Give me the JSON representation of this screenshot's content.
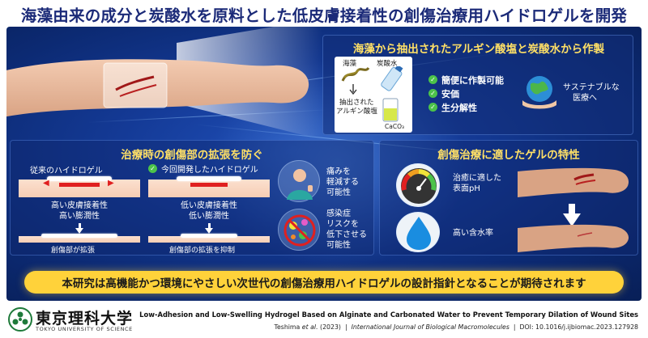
{
  "title": "海藻由来の成分と炭酸水を原料とした低皮膚接着性の創傷治療用ハイドロゲルを開発",
  "colors": {
    "panel": "#143a96",
    "heading": "#ffe066",
    "banner": "#ffd23a",
    "title": "#1b2a78",
    "wound": "#e02020",
    "check": "#4cc34a"
  },
  "top": {
    "heading": "海藻から抽出されたアルギン酸塩と炭酸水から作製",
    "lab": {
      "seaweed": "海藻",
      "carbonated_water": "炭酸水",
      "alginate_line1": "抽出された",
      "alginate_line2": "アルギン酸塩",
      "caco3": "CaCO₃"
    },
    "features": [
      "簡便に作製可能",
      "安価",
      "生分解性"
    ],
    "sustainable_line1": "サステナブルな",
    "sustainable_line2": "医療へ",
    "icons": [
      "check-icon",
      "earth-in-hands-icon",
      "seaweed-icon",
      "water-bottle-icon",
      "beaker-icon"
    ]
  },
  "left": {
    "heading": "治療時の創傷部の拡張を防ぐ",
    "conventional": {
      "label": "従来のハイドロゲル",
      "prop1": "高い皮膚接着性",
      "prop2": "高い膨潤性",
      "result": "創傷部が拡張"
    },
    "developed": {
      "label": "今回開発したハイドロゲル",
      "prop1": "低い皮膚接着性",
      "prop2": "低い膨潤性",
      "result": "創傷部の拡張を抑制"
    },
    "benefit1": [
      "痛みを",
      "軽減する",
      "可能性"
    ],
    "benefit2": [
      "感染症",
      "リスクを",
      "低下させる",
      "可能性"
    ]
  },
  "right": {
    "heading": "創傷治療に適したゲルの特性",
    "feature1": [
      "治癒に適した",
      "表面pH"
    ],
    "feature2": "高い含水率"
  },
  "banner": "本研究は高機能かつ環境にやさしい次世代の創傷治療用ハイドロゲルの設計指針となることが期待されます",
  "footer": {
    "logo_jp": "東京理科大学",
    "logo_en": "TOKYO UNIVERSITY OF SCIENCE",
    "paper_title": "Low-Adhesion and Low-Swelling Hydrogel Based on Alginate and Carbonated Water to Prevent Temporary Dilation of Wound Sites",
    "authors": "Teshima",
    "et_al": "et al.",
    "year": "(2023)",
    "sep1": "|",
    "journal": "International Journal of Biological Macromolecules",
    "sep2": "|",
    "doi": "DOI: 10.1016/j.ijbiomac.2023.127928"
  }
}
